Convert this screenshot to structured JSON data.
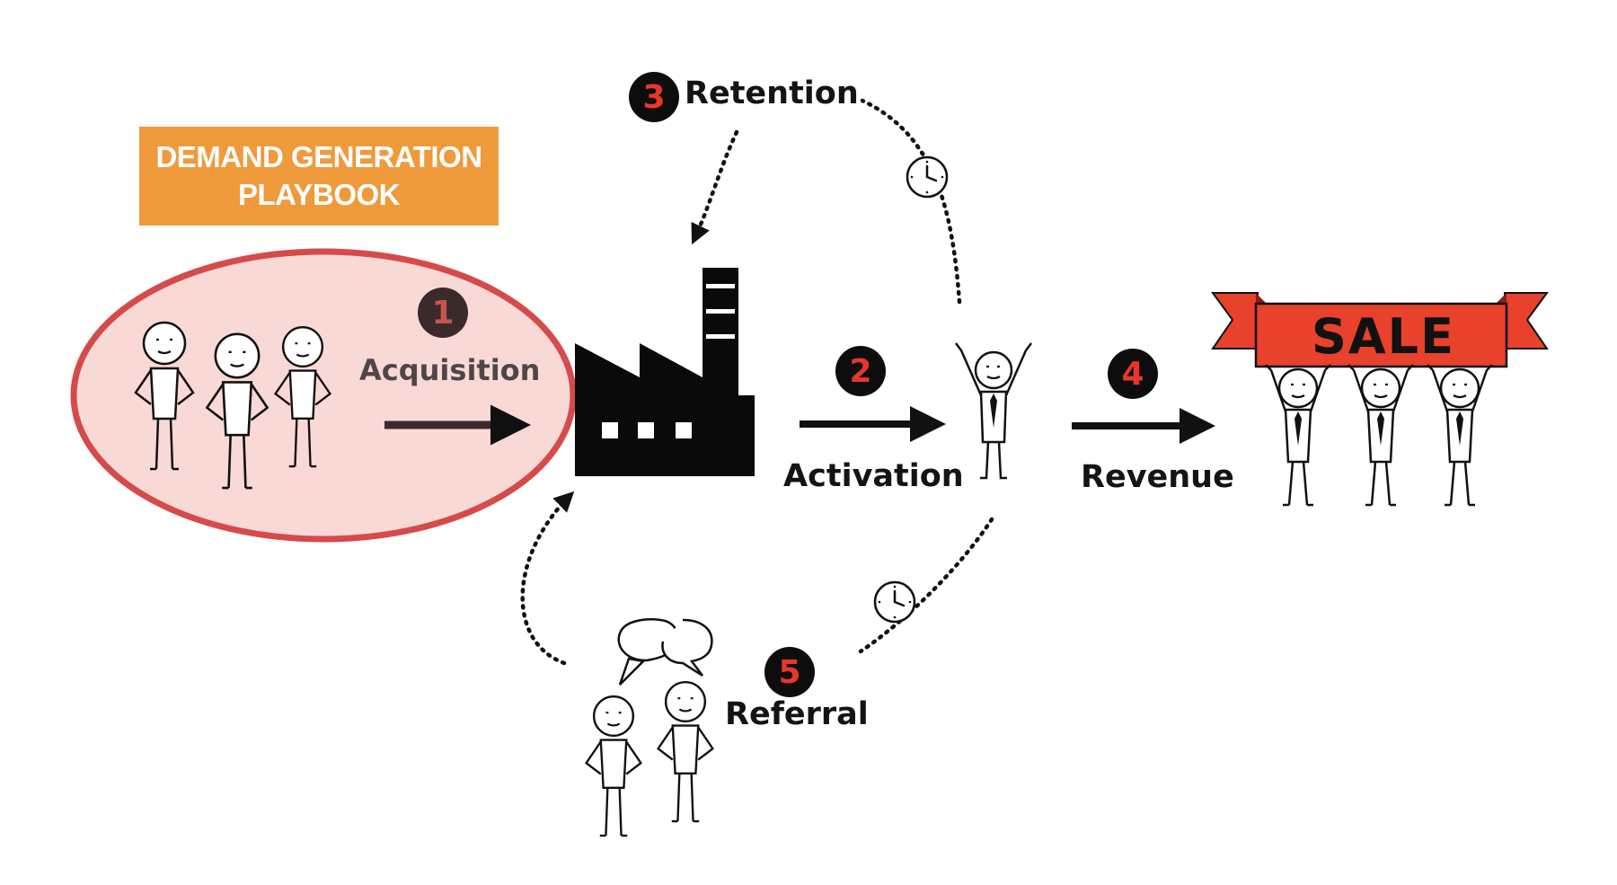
{
  "title": {
    "line1": "DEMAND GENERATION",
    "line2": "PLAYBOOK"
  },
  "stages": {
    "acquisition": {
      "number": "1",
      "label": "Acquisition"
    },
    "activation": {
      "number": "2",
      "label": "Activation"
    },
    "retention": {
      "number": "3",
      "label": "Retention"
    },
    "revenue": {
      "number": "4",
      "label": "Revenue"
    },
    "referral": {
      "number": "5",
      "label": "Referral"
    }
  },
  "banner": {
    "text": "SALE"
  },
  "colors": {
    "title_bg": "#ef9a3b",
    "highlight_fill": "#f9d9d6",
    "highlight_stroke": "#d64a4a",
    "step_number": "#e8372a",
    "banner_red": "#e8412c",
    "ink": "#111111"
  },
  "icons": [
    "people-group",
    "factory",
    "person-cheering",
    "clock",
    "speech-bubbles",
    "sale-banner"
  ]
}
